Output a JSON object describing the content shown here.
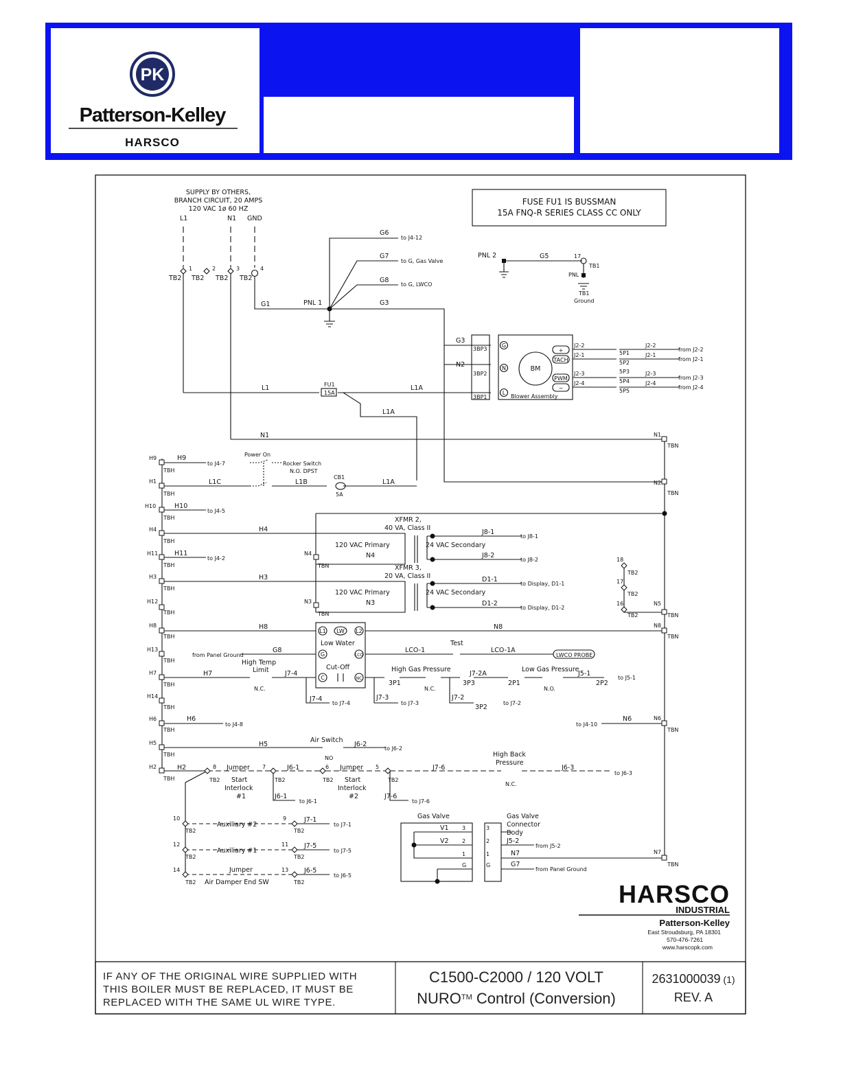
{
  "header": {
    "brand_name": "Patterson-Kelley",
    "brand_parent": "HARSCO",
    "logo_text": "PK",
    "colors": {
      "header_blue": "#0b14f0",
      "logo_navy": "#1f2a66"
    }
  },
  "supply": {
    "line1": "SUPPLY BY OTHERS,",
    "line2": "BRANCH CIRCUIT, 20 AMPS",
    "line3": "120 VAC 1ø 60 HZ",
    "l1": "L1",
    "n1": "N1",
    "gnd": "GND"
  },
  "fuse_note": {
    "line1": "FUSE FU1 IS BUSSMAN",
    "line2": "15A FNQ-R SERIES CLASS CC ONLY"
  },
  "labels": {
    "tb2": "TB2",
    "tbh": "TBH",
    "tbn": "TBN",
    "tb1": "TB1",
    "pnl1": "PNL 1",
    "pnl2": "PNL 2",
    "pnl": "PNL",
    "ground": "Ground",
    "g1": "G1",
    "g3": "G3",
    "g5": "G5",
    "g6": "G6",
    "g7": "G7",
    "g8": "G8",
    "to_j4_12": "to J4-12",
    "to_g_gas_valve": "to G, Gas Valve",
    "to_g_lwco": "to G, LWCO",
    "t1": "1",
    "t2": "2",
    "t3": "3",
    "t4": "4",
    "t17": "17",
    "l1": "L1",
    "l1a": "L1A",
    "l1b": "L1B",
    "l1c": "L1C",
    "n1": "N1",
    "n2": "N2",
    "fu1": "FU1",
    "fu1_rating": "15A",
    "p3bp3": "3BP3",
    "p3bp2": "3BP2",
    "p3bp1": "3BP1",
    "g": "G",
    "n": "N",
    "l": "L",
    "bm": "BM",
    "blower": "Blower Assembly",
    "plus": "+",
    "tach": "TACH",
    "pwm": "PWM",
    "minus": "−",
    "j2_2": "J2-2",
    "j2_1": "J2-1",
    "j2_3": "J2-3",
    "j2_4": "J2-4",
    "p5p1": "5P1",
    "p5p2": "5P2",
    "p5p3": "5P3",
    "p5p4": "5P4",
    "p5p5": "5P5",
    "from_j2_2": "from J2-2",
    "from_j2_1": "from J2-1",
    "from_j2_3": "from J2-3",
    "from_j2_4": "from J2-4",
    "h9": "H9",
    "h1": "H1",
    "h10": "H10",
    "h4": "H4",
    "h11": "H11",
    "h3": "H3",
    "h12": "H12",
    "h8": "H8",
    "h13": "H13",
    "h7": "H7",
    "h14": "H14",
    "h6": "H6",
    "h5": "H5",
    "h2": "H2",
    "to_j4_7": "to J4-7",
    "to_j4_5": "to J4-5",
    "to_j4_2": "to J4-2",
    "to_j4_8": "to J4-8",
    "to_j4_10": "to J4-10",
    "power_on": "Power On",
    "rocker": "Rocker Switch",
    "no_dpst": "N.O. DPST",
    "cb1": "CB1",
    "cb1_rating": "5A",
    "xfmr2_a": "XFMR 2,",
    "xfmr2_b": "40 VA, Class II",
    "xfmr3_a": "XFMR 3,",
    "xfmr3_b": "20 VA, Class II",
    "primary": "120 VAC Primary",
    "secondary": "24 VAC Secondary",
    "n3": "N3",
    "n4": "N4",
    "n5": "N5",
    "n6": "N6",
    "n7": "N7",
    "n8": "N8",
    "j8_1": "J8-1",
    "j8_2": "J8-2",
    "to_j8_1": "to J8-1",
    "to_j8_2": "to J8-2",
    "d1_1": "D1-1",
    "d1_2": "D1-2",
    "to_display_d1_1": "to Display, D1-1",
    "to_display_d1_2": "to Display, D1-2",
    "t16": "16",
    "t18": "18",
    "lw": "LW",
    "l1c_t": "L1",
    "l2": "L2",
    "lco": "LCO",
    "nc_t": "NC",
    "c_t": "C",
    "low_water": "Low Water",
    "cut_off": "Cut-Off",
    "from_panel_ground": "from Panel Ground",
    "lco_1": "LCO-1",
    "lco_1a": "LCO-1A",
    "test": "Test",
    "lwco_probe": "LWCO PROBE",
    "high_temp": "High Temp",
    "limit": "Limit",
    "nc": "N.C.",
    "no": "N.O.",
    "j7_4": "J7-4",
    "to_j7_4": "to J7-4",
    "j7_3": "J7-3",
    "to_j7_3": "to J7-3",
    "j7_2": "J7-2",
    "to_j7_2": "to J7-2",
    "j7_2a": "J7-2A",
    "high_gas": "High Gas Pressure",
    "low_gas": "Low Gas Pressure",
    "p3p1": "3P1",
    "p3p3": "3P3",
    "p3p2": "3P2",
    "p2p1": "2P1",
    "p2p2": "2P2",
    "j5_1": "J5-1",
    "to_j5_1": "to J5-1",
    "air_switch": "Air Switch",
    "no_short": "NO",
    "j6_2": "J6-2",
    "to_j6_2": "to J6-2",
    "high_back": "High Back",
    "pressure": "Pressure",
    "j6_3": "J6-3",
    "to_j6_3": "to J6-3",
    "j7_6": "J7-6",
    "to_j7_6": "to J7-6",
    "j6_1": "J6-1",
    "to_j6_1": "to J6-1",
    "t8": "8",
    "t7": "7",
    "t6": "6",
    "t5": "5",
    "jumper": "Jumper",
    "start": "Start",
    "interlock": "Interlock",
    "n1_hash": "#1",
    "n2_hash": "#2",
    "t10": "10",
    "t9": "9",
    "t12": "12",
    "t11": "11",
    "t14": "14",
    "t13": "13",
    "aux2": "Auxiliary #2",
    "aux1": "Auxiliary #1",
    "j7_1": "J7-1",
    "to_j7_1": "to J7-1",
    "j7_5": "J7-5",
    "to_j7_5": "to J7-5",
    "j6_5": "J6-5",
    "to_j6_5": "to J6-5",
    "air_damper": "Air Damper End SW",
    "gas_valve": "Gas Valve",
    "v1": "V1",
    "v2": "V2",
    "gv_conn1": "Gas Valve",
    "gv_conn2": "Connector",
    "gv_conn3": "Body",
    "j5_2": "J5-2",
    "from_j5_2": "from J5-2"
  },
  "footer_logo": {
    "name": "HARSCO",
    "sub": "INDUSTRIAL",
    "company": "Patterson-Kelley",
    "address": "East Stroudsburg, PA 18301",
    "phone": "570-476-7261",
    "web": "www.harscopk.com"
  },
  "title_block": {
    "note1": "IF ANY OF THE ORIGINAL WIRE SUPPLIED WITH",
    "note2": "THIS BOILER MUST BE REPLACED, IT MUST BE",
    "note3": "REPLACED WITH THE SAME UL WIRE TYPE.",
    "model": "C1500-C2000 / 120 VOLT",
    "control_a": "NURO",
    "control_tm": "TM",
    "control_b": " Control (Conversion)",
    "doc_number": "2631000039",
    "sheet": " (1)",
    "rev": "REV. A"
  }
}
